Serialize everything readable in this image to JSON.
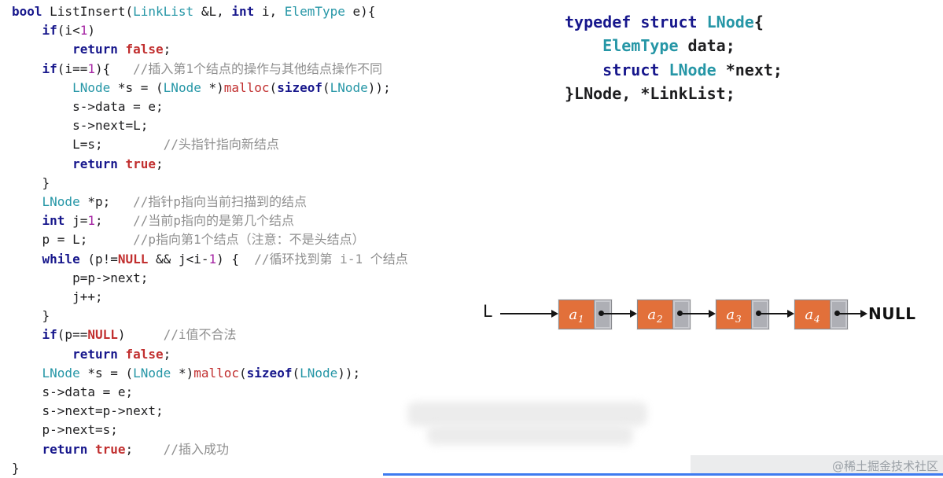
{
  "code_left": {
    "lines": [
      [
        {
          "t": "kw",
          "s": "bool"
        },
        {
          "t": "pl",
          "s": " ListInsert("
        },
        {
          "t": "ty",
          "s": "LinkList"
        },
        {
          "t": "pl",
          "s": " &L, "
        },
        {
          "t": "kw",
          "s": "int"
        },
        {
          "t": "pl",
          "s": " i, "
        },
        {
          "t": "ty",
          "s": "ElemType"
        },
        {
          "t": "pl",
          "s": " e){"
        }
      ],
      [
        {
          "t": "pl",
          "s": "    "
        },
        {
          "t": "kw",
          "s": "if"
        },
        {
          "t": "pl",
          "s": "(i<"
        },
        {
          "t": "nu",
          "s": "1"
        },
        {
          "t": "pl",
          "s": ")"
        }
      ],
      [
        {
          "t": "pl",
          "s": "        "
        },
        {
          "t": "kw",
          "s": "return"
        },
        {
          "t": "pl",
          "s": " "
        },
        {
          "t": "li",
          "s": "false"
        },
        {
          "t": "pl",
          "s": ";"
        }
      ],
      [
        {
          "t": "pl",
          "s": "    "
        },
        {
          "t": "kw",
          "s": "if"
        },
        {
          "t": "pl",
          "s": "(i=="
        },
        {
          "t": "nu",
          "s": "1"
        },
        {
          "t": "pl",
          "s": "){   "
        },
        {
          "t": "co",
          "s": "//插入第1个结点的操作与其他结点操作不同"
        }
      ],
      [
        {
          "t": "pl",
          "s": "        "
        },
        {
          "t": "ty",
          "s": "LNode"
        },
        {
          "t": "pl",
          "s": " *s = ("
        },
        {
          "t": "ty",
          "s": "LNode"
        },
        {
          "t": "pl",
          "s": " *)"
        },
        {
          "t": "fn",
          "s": "malloc"
        },
        {
          "t": "pl",
          "s": "("
        },
        {
          "t": "kw",
          "s": "sizeof"
        },
        {
          "t": "pl",
          "s": "("
        },
        {
          "t": "ty",
          "s": "LNode"
        },
        {
          "t": "pl",
          "s": "));"
        }
      ],
      [
        {
          "t": "pl",
          "s": "        s->data = e;"
        }
      ],
      [
        {
          "t": "pl",
          "s": "        s->next=L;"
        }
      ],
      [
        {
          "t": "pl",
          "s": "        L=s;        "
        },
        {
          "t": "co",
          "s": "//头指针指向新结点"
        }
      ],
      [
        {
          "t": "pl",
          "s": "        "
        },
        {
          "t": "kw",
          "s": "return"
        },
        {
          "t": "pl",
          "s": " "
        },
        {
          "t": "li",
          "s": "true"
        },
        {
          "t": "pl",
          "s": ";"
        }
      ],
      [
        {
          "t": "pl",
          "s": "    }"
        }
      ],
      [
        {
          "t": "pl",
          "s": "    "
        },
        {
          "t": "ty",
          "s": "LNode"
        },
        {
          "t": "pl",
          "s": " *p;   "
        },
        {
          "t": "co",
          "s": "//指针p指向当前扫描到的结点"
        }
      ],
      [
        {
          "t": "pl",
          "s": "    "
        },
        {
          "t": "kw",
          "s": "int"
        },
        {
          "t": "pl",
          "s": " j="
        },
        {
          "t": "nu",
          "s": "1"
        },
        {
          "t": "pl",
          "s": ";    "
        },
        {
          "t": "co",
          "s": "//当前p指向的是第几个结点"
        }
      ],
      [
        {
          "t": "pl",
          "s": "    p = L;      "
        },
        {
          "t": "co",
          "s": "//p指向第1个结点（注意：不是头结点）"
        }
      ],
      [
        {
          "t": "pl",
          "s": "    "
        },
        {
          "t": "kw",
          "s": "while"
        },
        {
          "t": "pl",
          "s": " (p!="
        },
        {
          "t": "li",
          "s": "NULL"
        },
        {
          "t": "pl",
          "s": " && j<i-"
        },
        {
          "t": "nu",
          "s": "1"
        },
        {
          "t": "pl",
          "s": ") {  "
        },
        {
          "t": "co",
          "s": "//循环找到第 i-1 个结点"
        }
      ],
      [
        {
          "t": "pl",
          "s": "        p=p->next;"
        }
      ],
      [
        {
          "t": "pl",
          "s": "        j++;"
        }
      ],
      [
        {
          "t": "pl",
          "s": "    }"
        }
      ],
      [
        {
          "t": "pl",
          "s": "    "
        },
        {
          "t": "kw",
          "s": "if"
        },
        {
          "t": "pl",
          "s": "(p=="
        },
        {
          "t": "li",
          "s": "NULL"
        },
        {
          "t": "pl",
          "s": ")     "
        },
        {
          "t": "co",
          "s": "//i值不合法"
        }
      ],
      [
        {
          "t": "pl",
          "s": "        "
        },
        {
          "t": "kw",
          "s": "return"
        },
        {
          "t": "pl",
          "s": " "
        },
        {
          "t": "li",
          "s": "false"
        },
        {
          "t": "pl",
          "s": ";"
        }
      ],
      [
        {
          "t": "pl",
          "s": "    "
        },
        {
          "t": "ty",
          "s": "LNode"
        },
        {
          "t": "pl",
          "s": " *s = ("
        },
        {
          "t": "ty",
          "s": "LNode"
        },
        {
          "t": "pl",
          "s": " *)"
        },
        {
          "t": "fn",
          "s": "malloc"
        },
        {
          "t": "pl",
          "s": "("
        },
        {
          "t": "kw",
          "s": "sizeof"
        },
        {
          "t": "pl",
          "s": "("
        },
        {
          "t": "ty",
          "s": "LNode"
        },
        {
          "t": "pl",
          "s": "));"
        }
      ],
      [
        {
          "t": "pl",
          "s": "    s->data = e;"
        }
      ],
      [
        {
          "t": "pl",
          "s": "    s->next=p->next;"
        }
      ],
      [
        {
          "t": "pl",
          "s": "    p->next=s;"
        }
      ],
      [
        {
          "t": "pl",
          "s": "    "
        },
        {
          "t": "kw",
          "s": "return"
        },
        {
          "t": "pl",
          "s": " "
        },
        {
          "t": "li",
          "s": "true"
        },
        {
          "t": "pl",
          "s": ";    "
        },
        {
          "t": "co",
          "s": "//插入成功"
        }
      ],
      [
        {
          "t": "pl",
          "s": "}"
        }
      ]
    ]
  },
  "code_right": {
    "lines": [
      [
        {
          "t": "kw",
          "s": "typedef"
        },
        {
          "t": "pl",
          "s": " "
        },
        {
          "t": "kw",
          "s": "struct"
        },
        {
          "t": "pl",
          "s": " "
        },
        {
          "t": "ty",
          "s": "LNode"
        },
        {
          "t": "pl",
          "s": "{"
        }
      ],
      [
        {
          "t": "pl",
          "s": "    "
        },
        {
          "t": "ty",
          "s": "ElemType"
        },
        {
          "t": "pl",
          "s": " data;"
        }
      ],
      [
        {
          "t": "pl",
          "s": "    "
        },
        {
          "t": "kw",
          "s": "struct"
        },
        {
          "t": "pl",
          "s": " "
        },
        {
          "t": "ty",
          "s": "LNode"
        },
        {
          "t": "pl",
          "s": " *next;"
        }
      ],
      [
        {
          "t": "pl",
          "s": "}LNode, *LinkList;"
        }
      ]
    ]
  },
  "diagram": {
    "list_label": "L",
    "null_label": "NULL",
    "nodes": [
      {
        "base": "a",
        "sub": "1"
      },
      {
        "base": "a",
        "sub": "2"
      },
      {
        "base": "a",
        "sub": "3"
      },
      {
        "base": "a",
        "sub": "4"
      }
    ]
  },
  "watermark": {
    "text": "@稀土掘金技术社区"
  },
  "colors": {
    "keyword": "#17178c",
    "type": "#2596a6",
    "literal": "#c12f2f",
    "number": "#a626a4",
    "comment": "#8f8f8f",
    "plain": "#1d1d1f",
    "node_data_fill": "#e2703a",
    "node_pointer_fill": "#aeafb5",
    "arrow": "#151515",
    "progress_bar": "#3e7bf0"
  }
}
